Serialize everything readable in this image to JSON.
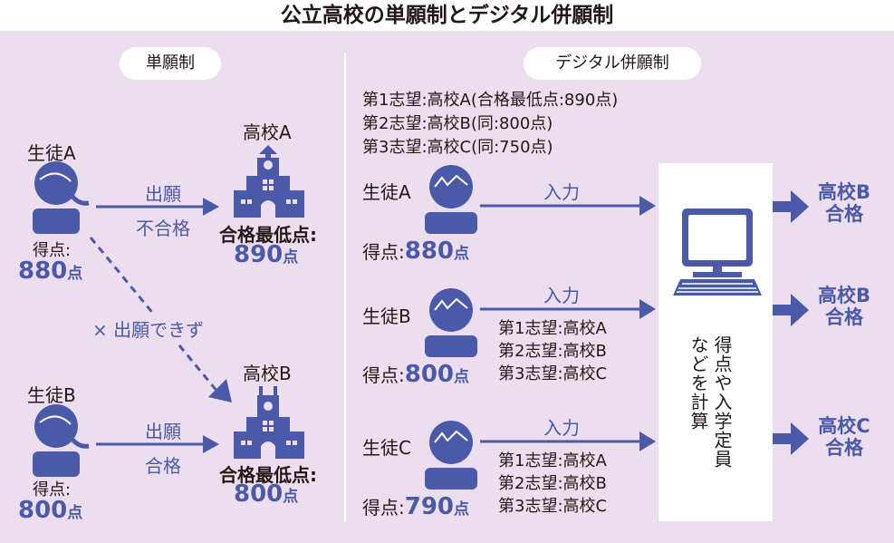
{
  "title": "公立高校の単願制とデジタル併願制",
  "colors": {
    "accent": "#4a5aa8",
    "panel_bg": "#ecdeee",
    "text": "#231815"
  },
  "left": {
    "heading": "単願制",
    "student_a": {
      "name": "生徒A",
      "score_label": "得点:",
      "score": "880",
      "unit": "点"
    },
    "student_b": {
      "name": "生徒B",
      "score_label": "得点:",
      "score": "800",
      "unit": "点"
    },
    "arrow_a": {
      "top": "出願",
      "bottom": "不合格"
    },
    "arrow_b": {
      "top": "出願",
      "bottom": "合格"
    },
    "dashed_label": "× 出願できず",
    "school_a": {
      "name": "高校A",
      "min_label": "合格最低点:",
      "min_score": "890",
      "unit": "点"
    },
    "school_b": {
      "name": "高校B",
      "min_label": "合格最低点:",
      "min_score": "800",
      "unit": "点"
    }
  },
  "right": {
    "heading": "デジタル併願制",
    "preferences": [
      "第1志望:高校A(合格最低点:890点)",
      "第2志望:高校B(同:800点)",
      "第3志望:高校C(同:750点)"
    ],
    "students": [
      {
        "name": "生徒A",
        "score_label": "得点:",
        "score": "880",
        "unit": "点",
        "arrow": "入力",
        "choices": []
      },
      {
        "name": "生徒B",
        "score_label": "得点:",
        "score": "800",
        "unit": "点",
        "arrow": "入力",
        "choices": [
          "第1志望:高校A",
          "第2志望:高校B",
          "第3志望:高校C"
        ]
      },
      {
        "name": "生徒C",
        "score_label": "得点:",
        "score": "790",
        "unit": "点",
        "arrow": "入力",
        "choices": [
          "第1志望:高校A",
          "第2志望:高校B",
          "第3志望:高校C"
        ]
      }
    ],
    "computer_text_1": "得点や入学定員",
    "computer_text_2": "などを計算",
    "results": [
      {
        "line1": "高校B",
        "line2": "合格"
      },
      {
        "line1": "高校B",
        "line2": "合格"
      },
      {
        "line1": "高校C",
        "line2": "合格"
      }
    ]
  }
}
